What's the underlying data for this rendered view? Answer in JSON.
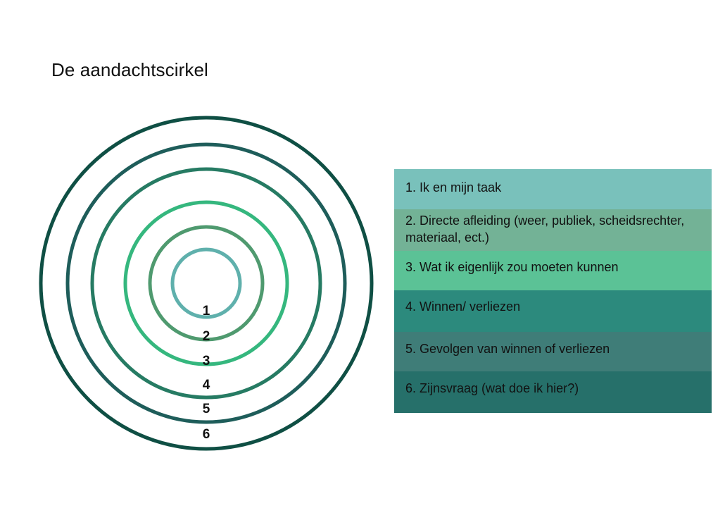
{
  "title": "De aandachtscirkel",
  "rings": [
    {
      "number": "1",
      "color": "#5fb0ac"
    },
    {
      "number": "2",
      "color": "#4f9a6f"
    },
    {
      "number": "3",
      "color": "#35b77e"
    },
    {
      "number": "4",
      "color": "#267b63"
    },
    {
      "number": "5",
      "color": "#1e5d5a"
    },
    {
      "number": "6",
      "color": "#0f4f44"
    }
  ],
  "legend": [
    {
      "text": "1. Ik en mijn taak",
      "color": "#79c1bb"
    },
    {
      "text": "2. Directe afleiding (weer, publiek, scheidsrechter, materiaal, ect.)",
      "color": "#73b296"
    },
    {
      "text": "3. Wat ik eigenlijk zou moeten kunnen",
      "color": "#5bc296"
    },
    {
      "text": "4. Winnen/ verliezen",
      "color": "#2c8a7d"
    },
    {
      "text": "5. Gevolgen van winnen of verliezen",
      "color": "#3f7d78"
    },
    {
      "text": "6. Zijnsvraag (wat doe ik hier?)",
      "color": "#26706a"
    }
  ]
}
